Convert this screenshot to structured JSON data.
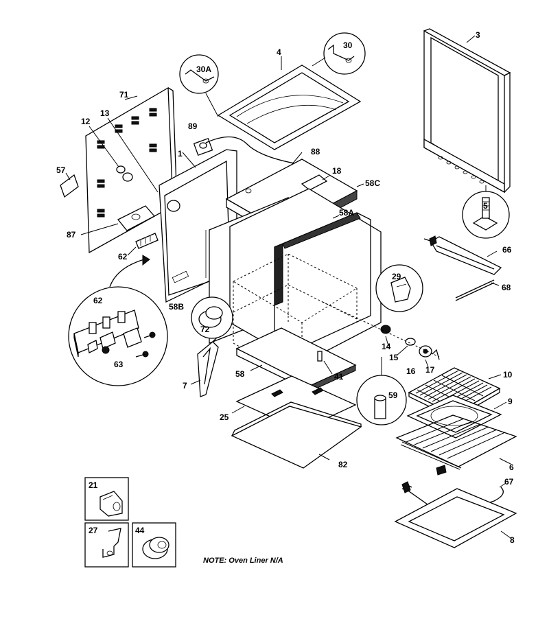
{
  "note": "NOTE: Oven Liner N/A",
  "part_labels": {
    "p1": "1",
    "p3": "3",
    "p4": "4",
    "p5": "5",
    "p6": "6",
    "p7": "7",
    "p8": "8",
    "p9": "9",
    "p10": "10",
    "p12": "12",
    "p13": "13",
    "p14": "14",
    "p15": "15",
    "p16": "16",
    "p17": "17",
    "p18": "18",
    "p21": "21",
    "p25": "25",
    "p27": "27",
    "p29": "29",
    "p30": "30",
    "p30A": "30A",
    "p41": "41",
    "p44": "44",
    "p57": "57",
    "p58": "58",
    "p58A": "58A",
    "p58B": "58B",
    "p58C": "58C",
    "p59": "59",
    "p62a": "62",
    "p62b": "62",
    "p63": "63",
    "p66": "66",
    "p67": "67",
    "p68": "68",
    "p71": "71",
    "p72": "72",
    "p82": "82",
    "p87": "87",
    "p88": "88",
    "p89": "89"
  }
}
